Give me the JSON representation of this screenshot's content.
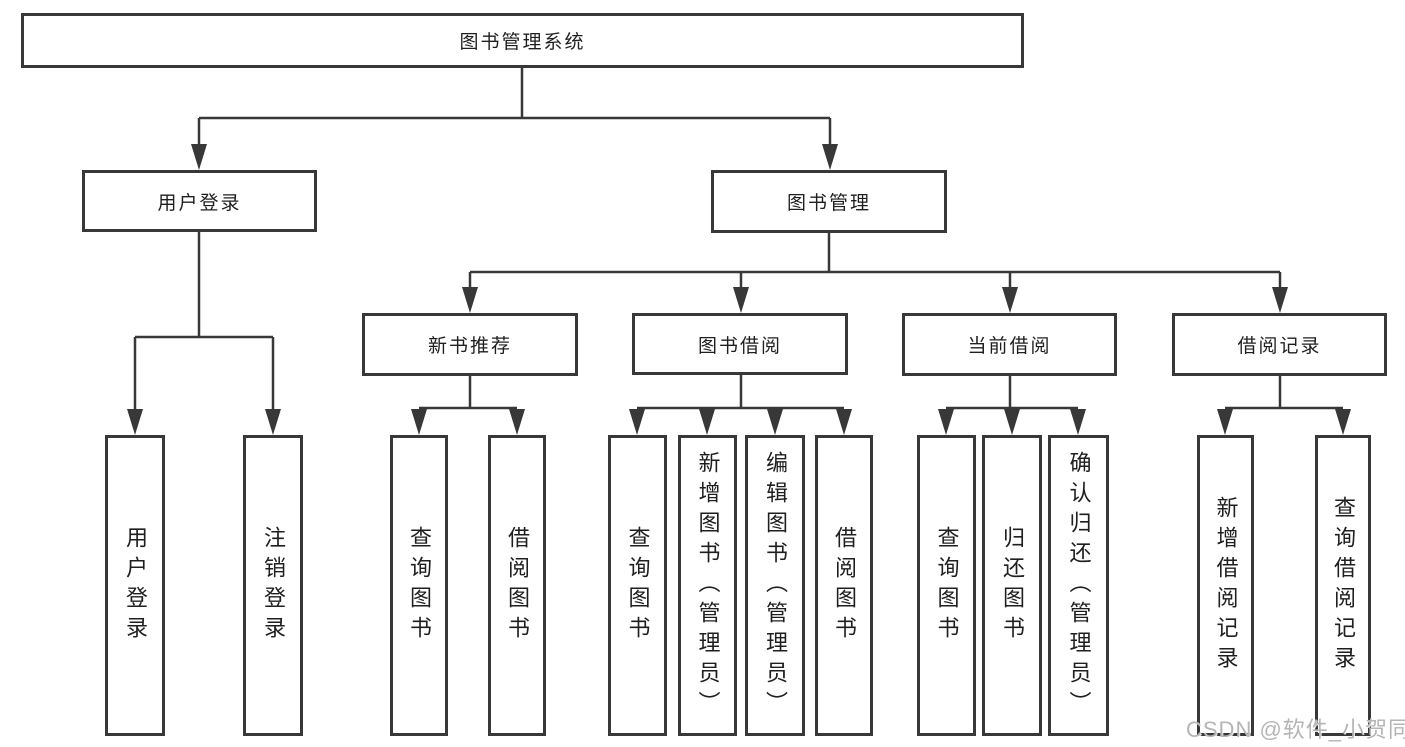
{
  "colors": {
    "line": "#383838",
    "box_border": "#383838",
    "box_fill": "#ffffff",
    "text": "#1f1f1f",
    "watermark": "#b5b5b5",
    "background": "#ffffff"
  },
  "diagram": {
    "type": "hierarchy-tree",
    "root": {
      "label": "图书管理系统"
    },
    "level2": [
      {
        "label": "用户登录"
      },
      {
        "label": "图书管理"
      }
    ],
    "level3": [
      {
        "label": "新书推荐"
      },
      {
        "label": "图书借阅"
      },
      {
        "label": "当前借阅"
      },
      {
        "label": "借阅记录"
      }
    ],
    "leaves": {
      "user_login": [
        "用户登录",
        "注销登录"
      ],
      "new_book": [
        "查询图书",
        "借阅图书"
      ],
      "book_borrow": [
        "查询图书",
        "新增图书（管理员）",
        "编辑图书（管理员）",
        "借阅图书"
      ],
      "current_borrow": [
        "查询图书",
        "归还图书",
        "确认归还（管理员）"
      ],
      "borrow_record": [
        "新增借阅记录",
        "查询借阅记录"
      ]
    }
  },
  "watermark": {
    "text": "CSDN @软件_小贺同学"
  }
}
